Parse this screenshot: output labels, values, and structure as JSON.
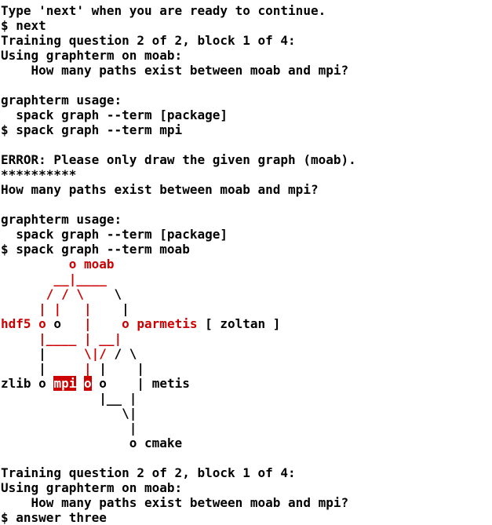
{
  "colors": {
    "background": "#ffffff",
    "text": "#000000",
    "graph_accent": "#cc0000",
    "highlight_background": "#cc0000",
    "highlight_text": "#ffffff"
  },
  "lines": [
    [
      {
        "text": "Type 'next' when you are ready to continue."
      }
    ],
    [
      {
        "text": "$ next"
      }
    ],
    [
      {
        "text": "Training question 2 of 2, block 1 of 4:"
      }
    ],
    [
      {
        "text": "Using graphterm on moab:"
      }
    ],
    [
      {
        "text": "    How many paths exist between moab and mpi?"
      }
    ],
    [
      {
        "text": ""
      }
    ],
    [
      {
        "text": "graphterm usage:"
      }
    ],
    [
      {
        "text": "  spack graph --term [package]"
      }
    ],
    [
      {
        "text": "$ spack graph --term mpi"
      }
    ],
    [
      {
        "text": ""
      }
    ],
    [
      {
        "text": "ERROR: Please only draw the given graph (moab)."
      }
    ],
    [
      {
        "text": "**********"
      }
    ],
    [
      {
        "text": "How many paths exist between moab and mpi?"
      }
    ],
    [
      {
        "text": ""
      }
    ],
    [
      {
        "text": "graphterm usage:"
      }
    ],
    [
      {
        "text": "  spack graph --term [package]"
      }
    ],
    [
      {
        "text": "$ spack graph --term moab"
      }
    ],
    [
      {
        "text": "         "
      },
      {
        "text": "o moab",
        "style": "red"
      }
    ],
    [
      {
        "text": "       "
      },
      {
        "text": "__|____",
        "style": "red"
      }
    ],
    [
      {
        "text": "      "
      },
      {
        "text": "/ / \\",
        "style": "red"
      },
      {
        "text": "    \\"
      }
    ],
    [
      {
        "text": "     "
      },
      {
        "text": "| |",
        "style": "red"
      },
      {
        "text": "   "
      },
      {
        "text": "|",
        "style": "red"
      },
      {
        "text": "    |"
      }
    ],
    [
      {
        "text": "hdf5 o",
        "style": "red"
      },
      {
        "text": " o   "
      },
      {
        "text": "|",
        "style": "red"
      },
      {
        "text": "    o parmetis",
        "style": "red"
      },
      {
        "text": " [ zoltan ]"
      }
    ],
    [
      {
        "text": "     "
      },
      {
        "text": "|____ | __|",
        "style": "red"
      }
    ],
    [
      {
        "text": "     |     "
      },
      {
        "text": "\\|/",
        "style": "red"
      },
      {
        "text": " / \\"
      }
    ],
    [
      {
        "text": "     |     "
      },
      {
        "text": "|",
        "style": "red"
      },
      {
        "text": " |    |"
      }
    ],
    [
      {
        "text": "zlib o "
      },
      {
        "text": "mpi",
        "style": "hl"
      },
      {
        "text": " "
      },
      {
        "text": "o",
        "style": "hl"
      },
      {
        "text": " o    | metis"
      }
    ],
    [
      {
        "text": "             |__ |"
      }
    ],
    [
      {
        "text": "                \\|"
      }
    ],
    [
      {
        "text": "                 |"
      }
    ],
    [
      {
        "text": "                 o cmake"
      }
    ],
    [
      {
        "text": ""
      }
    ],
    [
      {
        "text": "Training question 2 of 2, block 1 of 4:"
      }
    ],
    [
      {
        "text": "Using graphterm on moab:"
      }
    ],
    [
      {
        "text": "    How many paths exist between moab and mpi?"
      }
    ],
    [
      {
        "text": "$ answer three"
      }
    ]
  ]
}
